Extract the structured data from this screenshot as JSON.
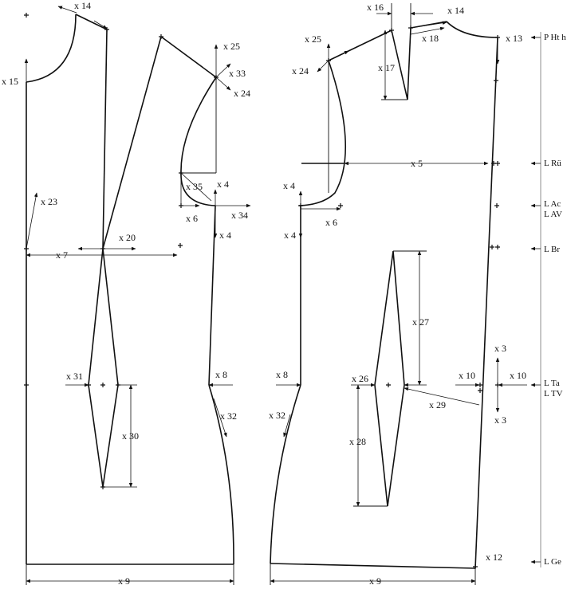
{
  "labels": {
    "x14a": "x 14",
    "x15": "x 15",
    "x25a": "x 25",
    "x33": "x 33",
    "x24a": "x 24",
    "x35": "x 35",
    "x4a": "x 4",
    "x6a": "x 6",
    "x34": "x 34",
    "x4b": "x 4",
    "x23": "x 23",
    "x20": "x 20",
    "x7": "x 7",
    "x31": "x 31",
    "x8a": "x 8",
    "x32a": "x 32",
    "x30": "x 30",
    "x9a": "x 9",
    "x16": "x 16",
    "x14b": "x 14",
    "x18": "x 18",
    "x13": "x 13",
    "x25b": "x 25",
    "x24b": "x 24",
    "x17": "x 17",
    "x5": "x 5",
    "x4c": "x 4",
    "x6b": "x 6",
    "x4d": "x 4",
    "x27": "x 27",
    "x3a": "x 3",
    "x10a": "x 10",
    "x10b": "x 10",
    "x8b": "x 8",
    "x26": "x 26",
    "x29": "x 29",
    "x3b": "x 3",
    "x32b": "x 32",
    "x28": "x 28",
    "x12": "x 12",
    "x9b": "x 9"
  },
  "reference_lines": {
    "pht": "P Ht h",
    "lru": "L Rü",
    "lac": "L Ac",
    "lav": "L AV",
    "lbr": "L Br",
    "lta": "L Ta",
    "ltv": "L TV",
    "lge": "L Ge"
  }
}
